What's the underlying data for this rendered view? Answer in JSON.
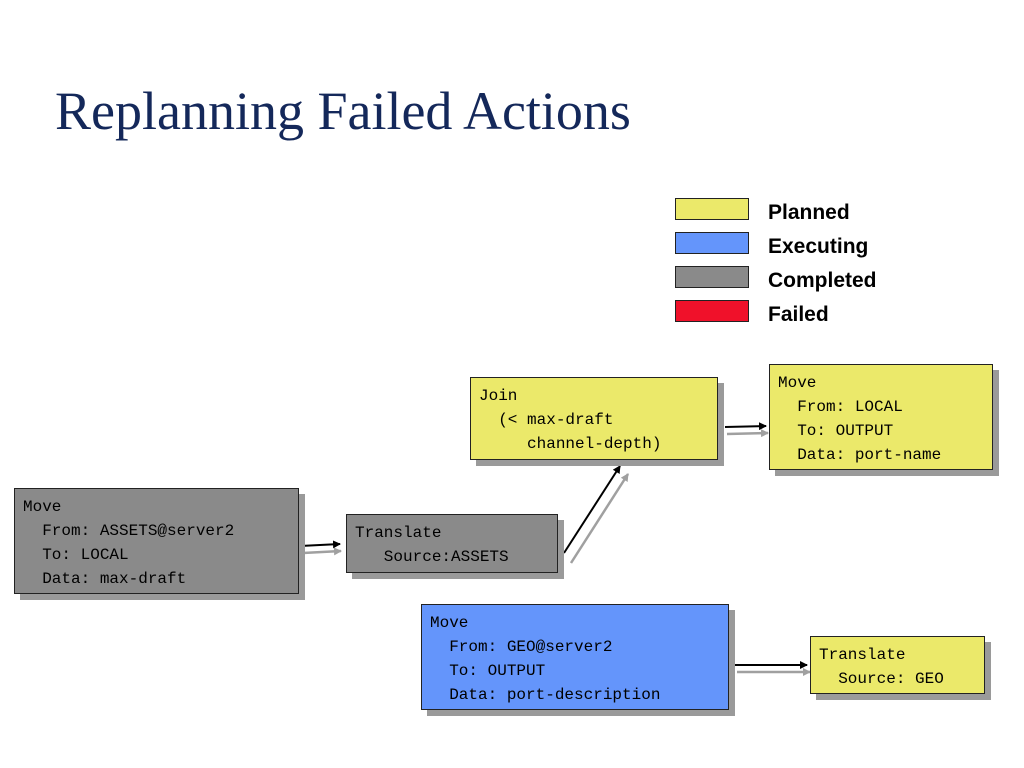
{
  "title": "Replanning Failed Actions",
  "colors": {
    "planned": "#ebe96a",
    "executing": "#6495fb",
    "completed": "#8a8a8a",
    "failed": "#f0112a"
  },
  "legend": [
    {
      "label": "Planned",
      "status": "planned"
    },
    {
      "label": "Executing",
      "status": "executing"
    },
    {
      "label": "Completed",
      "status": "completed"
    },
    {
      "label": "Failed",
      "status": "failed"
    }
  ],
  "nodes": {
    "move_assets": {
      "status": "completed",
      "lines": [
        "Move",
        "  From: ASSETS@server2",
        "  To: LOCAL",
        "  Data: max-draft"
      ]
    },
    "translate_assets": {
      "status": "completed",
      "lines": [
        "Translate",
        "   Source:ASSETS"
      ]
    },
    "join": {
      "status": "planned",
      "lines": [
        "Join",
        "  (< max-draft",
        "     channel-depth)"
      ]
    },
    "move_local": {
      "status": "planned",
      "lines": [
        "Move",
        "  From: LOCAL",
        "  To: OUTPUT",
        "  Data: port-name"
      ]
    },
    "move_geo": {
      "status": "executing",
      "lines": [
        "Move",
        "  From: GEO@server2",
        "  To: OUTPUT",
        "  Data: port-description"
      ]
    },
    "translate_geo": {
      "status": "planned",
      "lines": [
        "Translate",
        "  Source: GEO"
      ]
    }
  }
}
